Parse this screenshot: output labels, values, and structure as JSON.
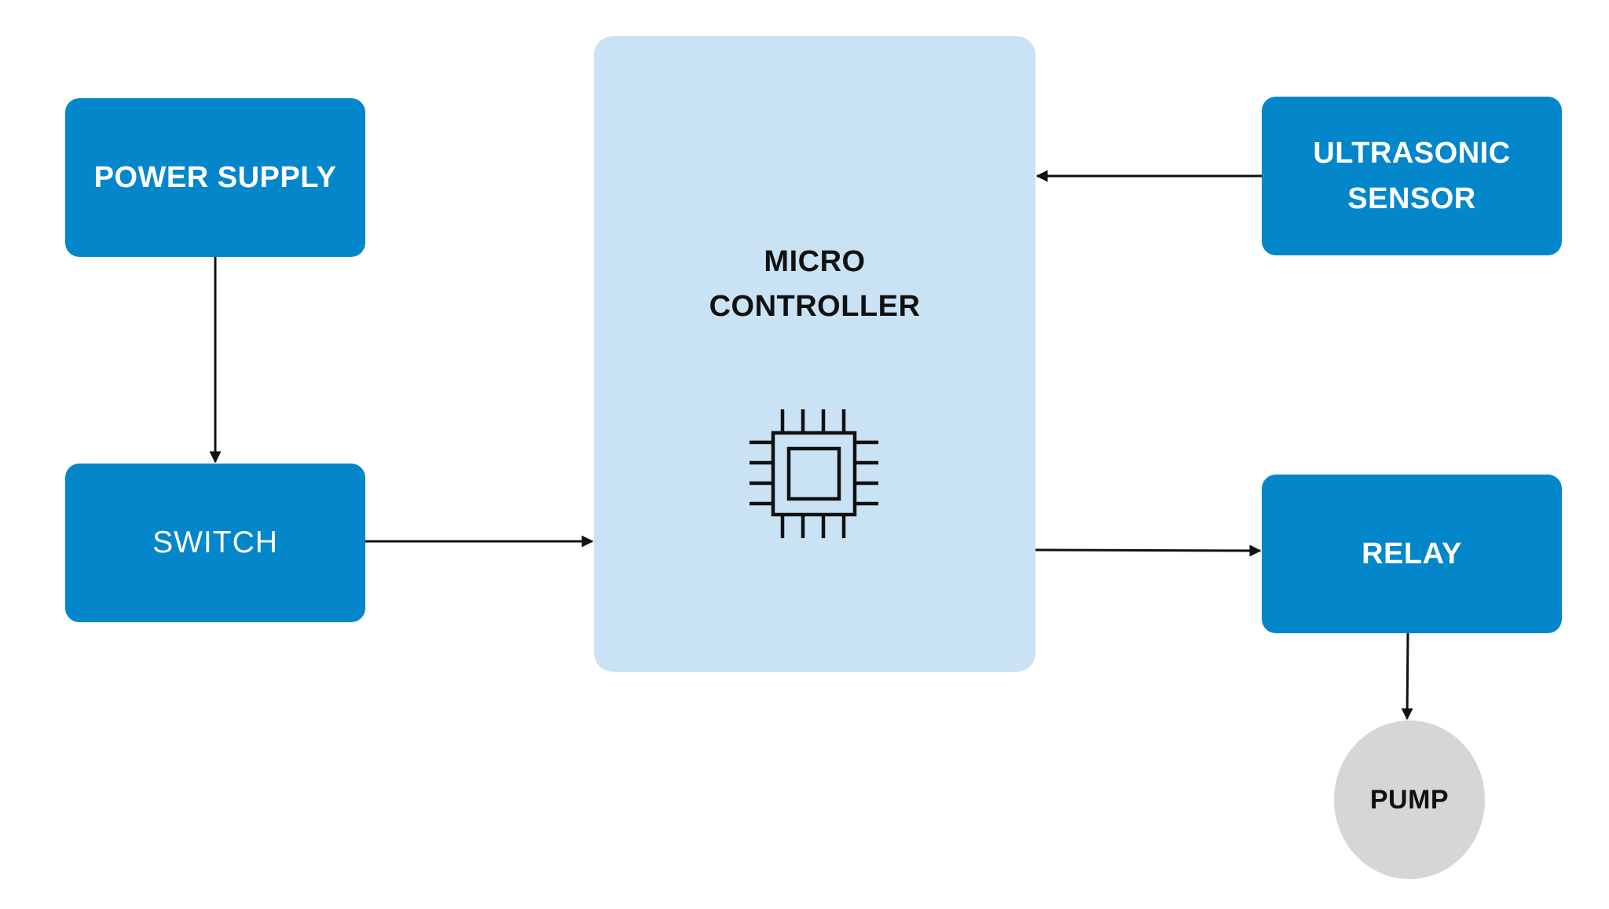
{
  "diagram": {
    "nodes": {
      "power_supply": "POWER SUPPLY",
      "switch": "SWITCH",
      "micro_controller": "MICRO\nCONTROLLER",
      "ultrasonic_sensor": "ULTRASONIC\nSENSOR",
      "relay": "RELAY",
      "pump": "PUMP"
    },
    "edges": [
      {
        "from": "POWER SUPPLY",
        "to": "SWITCH"
      },
      {
        "from": "SWITCH",
        "to": "MICRO CONTROLLER"
      },
      {
        "from": "ULTRASONIC SENSOR",
        "to": "MICRO CONTROLLER"
      },
      {
        "from": "MICRO CONTROLLER",
        "to": "RELAY"
      },
      {
        "from": "RELAY",
        "to": "PUMP"
      }
    ],
    "icons": {
      "micro_controller": "microchip-icon"
    },
    "colors": {
      "block": "#0486cb",
      "controller_panel": "#c9e3f5",
      "pump_node": "#d4d6d8",
      "arrow": "#111111"
    }
  }
}
